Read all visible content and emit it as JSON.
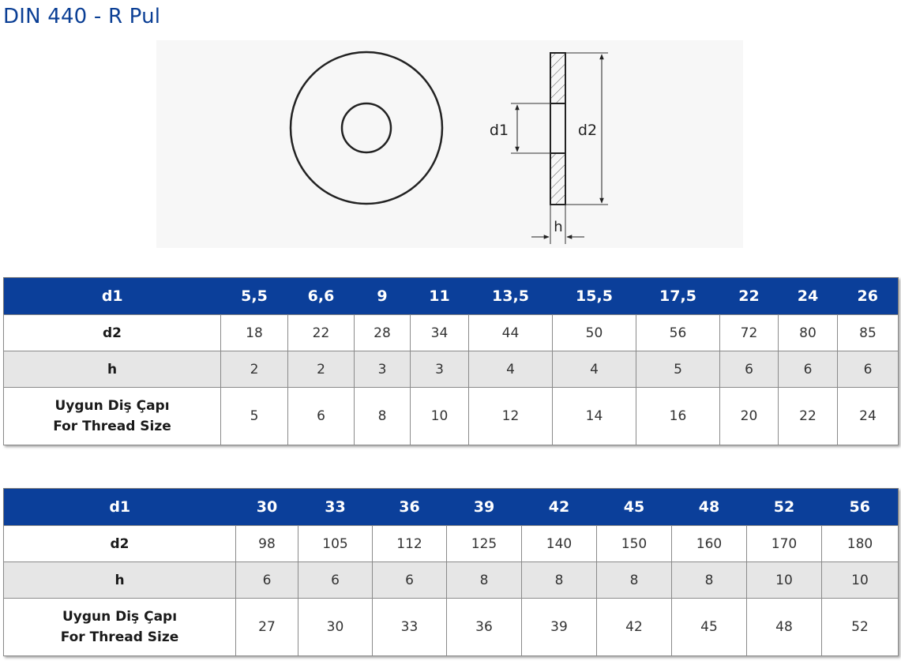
{
  "page": {
    "title": "DIN 440 - R Pul"
  },
  "drawing": {
    "labels": {
      "d1": "d1",
      "d2": "d2",
      "h": "h"
    }
  },
  "table1": {
    "header_label": "d1",
    "row_d2_label": "d2",
    "row_h_label": "h",
    "row_thread_label_tr": "Uygun Diş Çapı",
    "row_thread_label_en": "For Thread Size",
    "d1": [
      "5,5",
      "6,6",
      "9",
      "11",
      "13,5",
      "15,5",
      "17,5",
      "22",
      "24",
      "26"
    ],
    "d2": [
      "18",
      "22",
      "28",
      "34",
      "44",
      "50",
      "56",
      "72",
      "80",
      "85"
    ],
    "h": [
      "2",
      "2",
      "3",
      "3",
      "4",
      "4",
      "5",
      "6",
      "6",
      "6"
    ],
    "thread": [
      "5",
      "6",
      "8",
      "10",
      "12",
      "14",
      "16",
      "20",
      "22",
      "24"
    ]
  },
  "table2": {
    "header_label": "d1",
    "row_d2_label": "d2",
    "row_h_label": "h",
    "row_thread_label_tr": "Uygun Diş Çapı",
    "row_thread_label_en": "For Thread Size",
    "d1": [
      "30",
      "33",
      "36",
      "39",
      "42",
      "45",
      "48",
      "52",
      "56"
    ],
    "d2": [
      "98",
      "105",
      "112",
      "125",
      "140",
      "150",
      "160",
      "170",
      "180"
    ],
    "h": [
      "6",
      "6",
      "6",
      "8",
      "8",
      "8",
      "8",
      "10",
      "10"
    ],
    "thread": [
      "27",
      "30",
      "33",
      "36",
      "39",
      "42",
      "45",
      "48",
      "52"
    ]
  },
  "colors": {
    "header_bg": "#0b3f9a",
    "title": "#0b3f95",
    "alt_row": "#e6e6e6"
  }
}
